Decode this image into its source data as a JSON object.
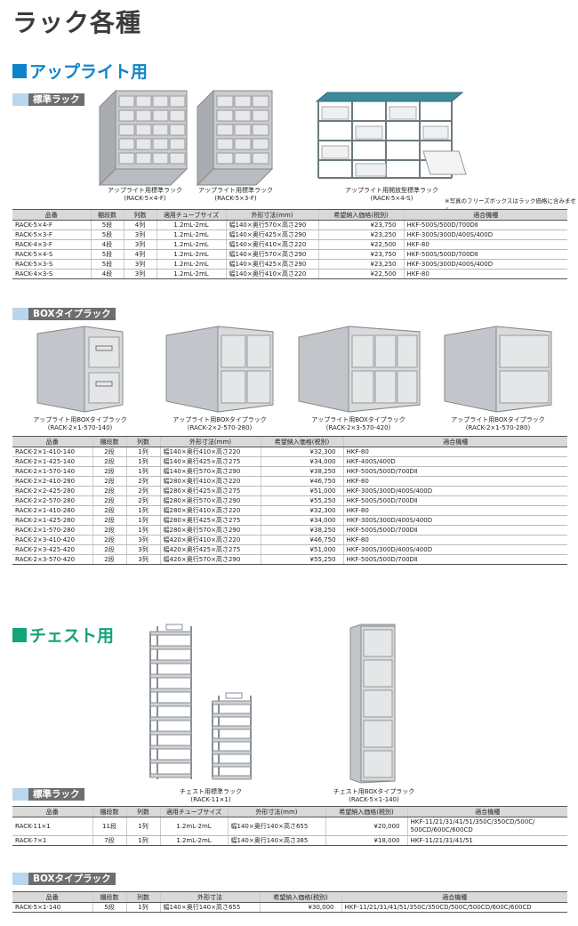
{
  "page_title": "ラック各種",
  "upright": {
    "heading": "アップライト用",
    "standard": {
      "label": "標準ラック",
      "captions": [
        {
          "name": "アップライト用標準ラック",
          "model": "(RACK-5×4-F)"
        },
        {
          "name": "アップライト用標準ラック",
          "model": "(RACK-5×3-F)"
        },
        {
          "name": "アップライト用開放型標準ラック",
          "model": "(RACK-5×4-S)"
        }
      ],
      "note": "※写真のフリーズボックスはラック価格に含みません。",
      "headers": [
        "品番",
        "棚段数",
        "列数",
        "適用チューブサイズ",
        "外形寸法(mm)",
        "希望納入価格(税別)",
        "適合機種"
      ],
      "rows": [
        [
          "RACK-5×4-F",
          "5段",
          "4列",
          "1.2mL-2mL",
          "幅140×奥行570×高さ290",
          "¥23,750",
          "HKF-500S/500D/700DⅡ"
        ],
        [
          "RACK-5×3-F",
          "5段",
          "3列",
          "1.2mL-2mL",
          "幅140×奥行425×高さ290",
          "¥23,250",
          "HKF-300S/300D/400S/400D"
        ],
        [
          "RACK-4×3-F",
          "4段",
          "3列",
          "1.2mL-2mL",
          "幅140×奥行410×高さ220",
          "¥22,500",
          "HKF-80"
        ],
        [
          "RACK-5×4-S",
          "5段",
          "4列",
          "1.2mL-2mL",
          "幅140×奥行570×高さ290",
          "¥23,750",
          "HKF-500S/500D/700DⅡ"
        ],
        [
          "RACK-5×3-S",
          "5段",
          "3列",
          "1.2mL-2mL",
          "幅140×奥行425×高さ290",
          "¥23,250",
          "HKF-300S/300D/400S/400D"
        ],
        [
          "RACK-4×3-S",
          "4段",
          "3列",
          "1.2mL-2mL",
          "幅140×奥行410×高さ220",
          "¥22,500",
          "HKF-80"
        ]
      ]
    },
    "box": {
      "label": "BOXタイプラック",
      "captions": [
        {
          "name": "アップライト用BOXタイプラック",
          "model": "(RACK-2×1-570-140)"
        },
        {
          "name": "アップライト用BOXタイプラック",
          "model": "(RACK-2×2-570-280)"
        },
        {
          "name": "アップライト用BOXタイプラック",
          "model": "(RACK-2×3-570-420)"
        },
        {
          "name": "アップライト用BOXタイプラック",
          "model": "(RACK-2×1-570-280)"
        }
      ],
      "headers": [
        "品番",
        "棚段数",
        "列数",
        "外形寸法(mm)",
        "希望納入価格(税別)",
        "適合機種"
      ],
      "rows": [
        [
          "RACK-2×1-410-140",
          "2段",
          "1列",
          "幅140×奥行410×高さ220",
          "¥32,300",
          "HKF-80"
        ],
        [
          "RACK-2×1-425-140",
          "2段",
          "1列",
          "幅140×奥行425×高さ275",
          "¥34,000",
          "HKF-400S/400D"
        ],
        [
          "RACK-2×1-570-140",
          "2段",
          "1列",
          "幅140×奥行570×高さ290",
          "¥38,250",
          "HKF-500S/500D/700DⅡ"
        ],
        [
          "RACK-2×2-410-280",
          "2段",
          "2列",
          "幅280×奥行410×高さ220",
          "¥46,750",
          "HKF-80"
        ],
        [
          "RACK-2×2-425-280",
          "2段",
          "2列",
          "幅280×奥行425×高さ275",
          "¥51,000",
          "HKF-300S/300D/400S/400D"
        ],
        [
          "RACK-2×2-570-280",
          "2段",
          "2列",
          "幅280×奥行570×高さ290",
          "¥55,250",
          "HKF-500S/500D/700DⅡ"
        ],
        [
          "RACK-2×1-410-280",
          "2段",
          "1列",
          "幅280×奥行410×高さ220",
          "¥32,300",
          "HKF-80"
        ],
        [
          "RACK-2×1-425-280",
          "2段",
          "1列",
          "幅280×奥行425×高さ275",
          "¥34,000",
          "HKF-300S/300D/400S/400D"
        ],
        [
          "RACK-2×1-570-280",
          "2段",
          "1列",
          "幅280×奥行570×高さ290",
          "¥38,250",
          "HKF-500S/500D/700DⅡ"
        ],
        [
          "RACK-2×3-410-420",
          "2段",
          "3列",
          "幅420×奥行410×高さ220",
          "¥46,750",
          "HKF-80"
        ],
        [
          "RACK-2×3-425-420",
          "2段",
          "3列",
          "幅420×奥行425×高さ275",
          "¥51,000",
          "HKF-300S/300D/400S/400D"
        ],
        [
          "RACK-2×3-570-420",
          "2段",
          "3列",
          "幅420×奥行570×高さ290",
          "¥55,250",
          "HKF-500S/500D/700DⅡ"
        ]
      ]
    }
  },
  "chest": {
    "heading": "チェスト用",
    "captions": [
      {
        "name": "チェスト用標準ラック",
        "model": "(RACK-11×1)"
      },
      {
        "name": "チェスト用BOXタイプラック",
        "model": "(RACK-5×1-140)"
      }
    ],
    "standard": {
      "label": "標準ラック",
      "headers": [
        "品番",
        "棚段数",
        "列数",
        "適用チューブサイズ",
        "外形寸法(mm)",
        "希望納入価格(税別)",
        "適合機種"
      ],
      "rows": [
        [
          "RACK-11×1",
          "11段",
          "1列",
          "1.2mL-2mL",
          "幅140×奥行140×高さ655",
          "¥20,000",
          "HKF-11/21/31/41/51/350C/350CD/500C/",
          "500CD/600C/600CD"
        ],
        [
          "RACK-7×1",
          "7段",
          "1列",
          "1.2mL-2mL",
          "幅140×奥行140×高さ385",
          "¥18,000",
          "HKF-11/21/31/41/51",
          ""
        ]
      ]
    },
    "box": {
      "label": "BOXタイプラック",
      "headers": [
        "品番",
        "棚段数",
        "列数",
        "外形寸法",
        "希望納入価格(税別)",
        "適合機種"
      ],
      "rows": [
        [
          "RACK-5×1-140",
          "5段",
          "1列",
          "幅140×奥行140×高さ655",
          "¥30,000",
          "HKF-11/21/31/41/51/350C/350CD/500C/500CD/600C/600CD"
        ]
      ]
    }
  }
}
